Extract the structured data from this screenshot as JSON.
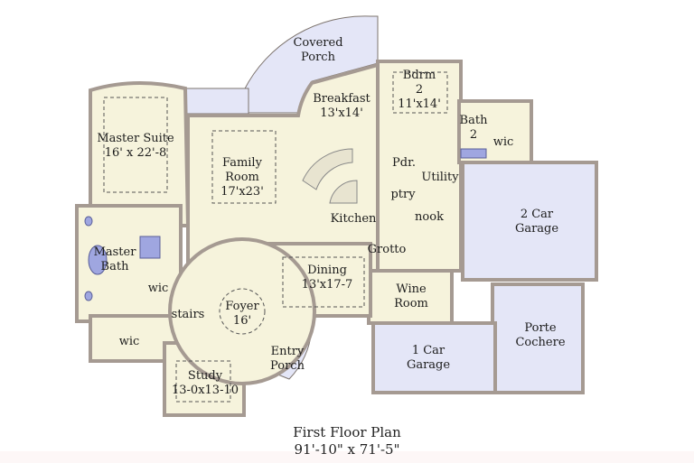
{
  "colors": {
    "floor": "#f6f3dc",
    "wall": "#a59a92",
    "porch": "#e4e6f7",
    "fixture": "#9fa6e0"
  },
  "rooms": {
    "covered_porch": {
      "name": "Covered",
      "name2": "Porch"
    },
    "breakfast": {
      "name": "Breakfast",
      "size": "13'x14'"
    },
    "bdrm2": {
      "name": "Bdrm",
      "name2": "2",
      "size": "11'x14'"
    },
    "bath2": {
      "name": "Bath",
      "name2": "2"
    },
    "wic_bath2": {
      "name": "wic"
    },
    "master_suite": {
      "name": "Master Suite",
      "size": "16' x 22'-8"
    },
    "family_room": {
      "name": "Family",
      "name2": "Room",
      "size": "17'x23'"
    },
    "pdr": {
      "name": "Pdr."
    },
    "utility": {
      "name": "Utility"
    },
    "ptry": {
      "name": "ptry"
    },
    "kitchen": {
      "name": "Kitchen"
    },
    "nook": {
      "name": "nook"
    },
    "garage2": {
      "name": "2 Car",
      "name2": "Garage"
    },
    "master_bath": {
      "name": "Master",
      "name2": "Bath"
    },
    "grotto": {
      "name": "Grotto"
    },
    "dining": {
      "name": "Dining",
      "size": "13'x17-7"
    },
    "wic_master": {
      "name": "wic"
    },
    "wine_room": {
      "name": "Wine",
      "name2": "Room"
    },
    "stairs": {
      "name": "stairs"
    },
    "foyer": {
      "name": "Foyer",
      "size": "16'"
    },
    "porte_cochere": {
      "name": "Porte",
      "name2": "Cochere"
    },
    "wic_lower": {
      "name": "wic"
    },
    "garage1": {
      "name": "1 Car",
      "name2": "Garage"
    },
    "entry_porch": {
      "name": "Entry",
      "name2": "Porch"
    },
    "study": {
      "name": "Study",
      "size": "13-0x13-10"
    }
  },
  "title": {
    "line1": "First Floor Plan",
    "line2": "91'-10\" x 71'-5\""
  }
}
